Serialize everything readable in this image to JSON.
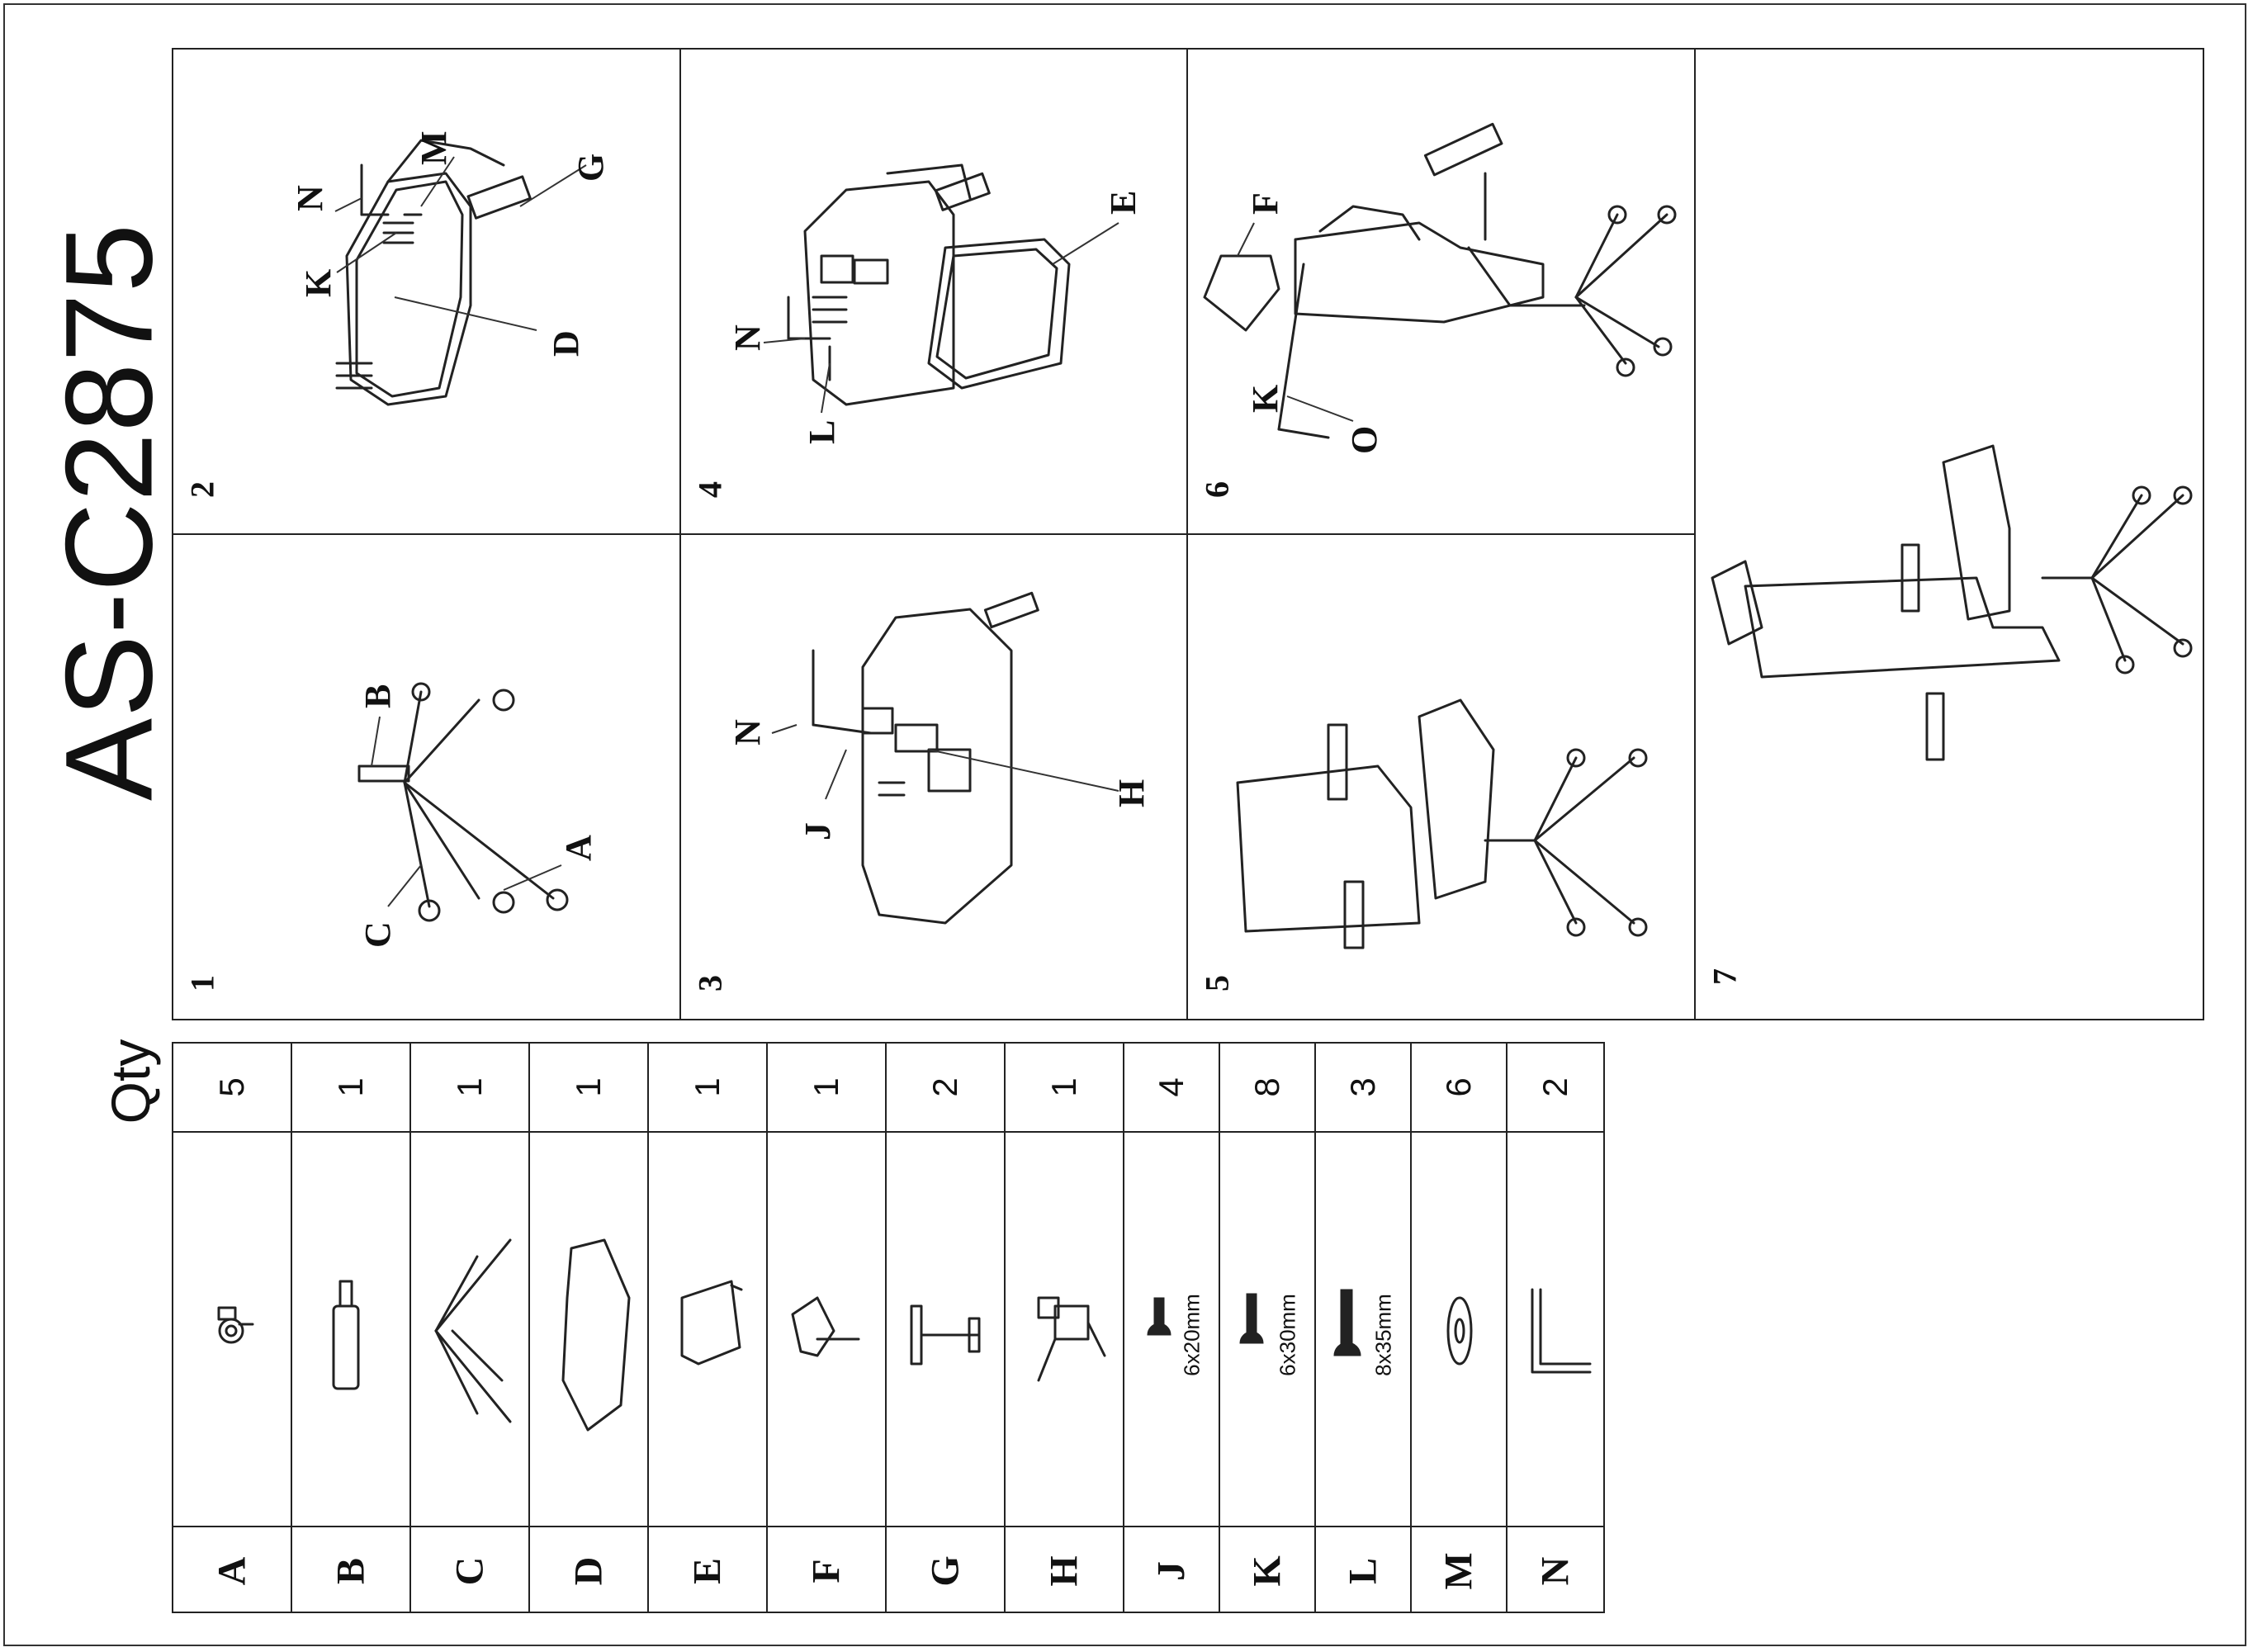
{
  "document": {
    "model": "AS-C2875",
    "qty_label": "Qty"
  },
  "steps": [
    {
      "number": "1",
      "callouts": [
        "A",
        "B",
        "C"
      ]
    },
    {
      "number": "2",
      "callouts": [
        "D",
        "G",
        "K",
        "M",
        "N"
      ]
    },
    {
      "number": "3",
      "callouts": [
        "H",
        "J",
        "N"
      ]
    },
    {
      "number": "4",
      "callouts": [
        "E",
        "L",
        "N"
      ]
    },
    {
      "number": "5",
      "callouts": []
    },
    {
      "number": "6",
      "callouts": [
        "F",
        "K",
        "O"
      ]
    },
    {
      "number": "7",
      "callouts": []
    }
  ],
  "parts": [
    {
      "letter": "A",
      "qty": "5",
      "icon": "caster-icon",
      "size": ""
    },
    {
      "letter": "B",
      "qty": "1",
      "icon": "gas-lift-icon",
      "size": ""
    },
    {
      "letter": "C",
      "qty": "1",
      "icon": "star-base-icon",
      "size": ""
    },
    {
      "letter": "D",
      "qty": "1",
      "icon": "seat-icon",
      "size": ""
    },
    {
      "letter": "E",
      "qty": "1",
      "icon": "backrest-icon",
      "size": ""
    },
    {
      "letter": "F",
      "qty": "1",
      "icon": "headrest-icon",
      "size": ""
    },
    {
      "letter": "G",
      "qty": "2",
      "icon": "armrest-icon",
      "size": ""
    },
    {
      "letter": "H",
      "qty": "1",
      "icon": "mechanism-icon",
      "size": ""
    },
    {
      "letter": "J",
      "qty": "4",
      "icon": "bolt-icon",
      "size": "6x20mm"
    },
    {
      "letter": "K",
      "qty": "8",
      "icon": "bolt-icon",
      "size": "6x30mm"
    },
    {
      "letter": "L",
      "qty": "3",
      "icon": "bolt-icon",
      "size": "8x35mm"
    },
    {
      "letter": "M",
      "qty": "6",
      "icon": "washer-icon",
      "size": ""
    },
    {
      "letter": "N",
      "qty": "2",
      "icon": "allen-key-icon",
      "size": ""
    }
  ]
}
